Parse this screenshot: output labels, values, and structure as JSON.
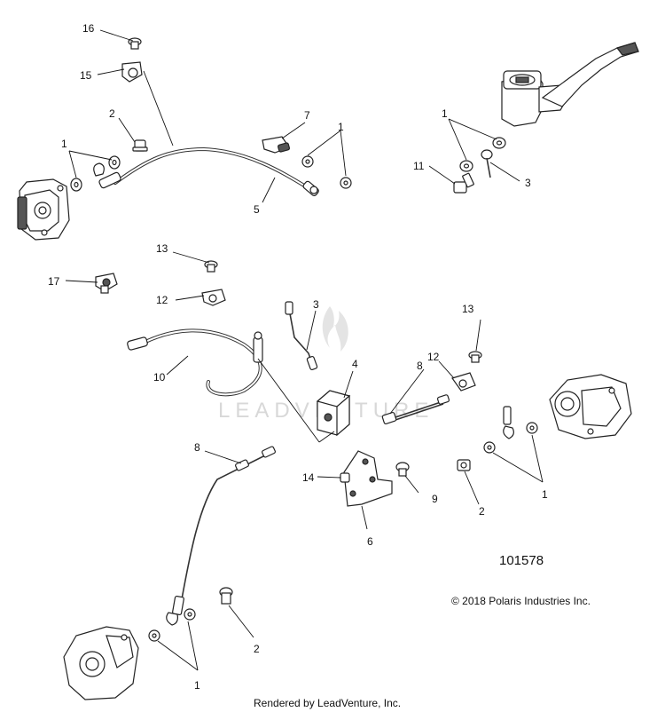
{
  "diagram": {
    "drawing_number": "101578",
    "copyright": "© 2018 Polaris Industries Inc.",
    "rendered_by": "Rendered by LeadVenture, Inc.",
    "watermark": "LEADVENTURE",
    "callouts": [
      {
        "id": "c16",
        "label": "16"
      },
      {
        "id": "c15",
        "label": "15"
      },
      {
        "id": "c2a",
        "label": "2"
      },
      {
        "id": "c7",
        "label": "7"
      },
      {
        "id": "c1a",
        "label": "1"
      },
      {
        "id": "c1b",
        "label": "1"
      },
      {
        "id": "c5",
        "label": "5"
      },
      {
        "id": "c1c",
        "label": "1"
      },
      {
        "id": "c11",
        "label": "11"
      },
      {
        "id": "c3a",
        "label": "3"
      },
      {
        "id": "c13a",
        "label": "13"
      },
      {
        "id": "c17",
        "label": "17"
      },
      {
        "id": "c12a",
        "label": "12"
      },
      {
        "id": "c3b",
        "label": "3"
      },
      {
        "id": "c13b",
        "label": "13"
      },
      {
        "id": "c4",
        "label": "4"
      },
      {
        "id": "c10",
        "label": "10"
      },
      {
        "id": "c12b",
        "label": "12"
      },
      {
        "id": "c8a",
        "label": "8"
      },
      {
        "id": "c8b",
        "label": "8"
      },
      {
        "id": "c14",
        "label": "14"
      },
      {
        "id": "c9",
        "label": "9"
      },
      {
        "id": "c6",
        "label": "6"
      },
      {
        "id": "c2b",
        "label": "2"
      },
      {
        "id": "c1d",
        "label": "1"
      },
      {
        "id": "c2c",
        "label": "2"
      },
      {
        "id": "c1e",
        "label": "1"
      }
    ]
  }
}
